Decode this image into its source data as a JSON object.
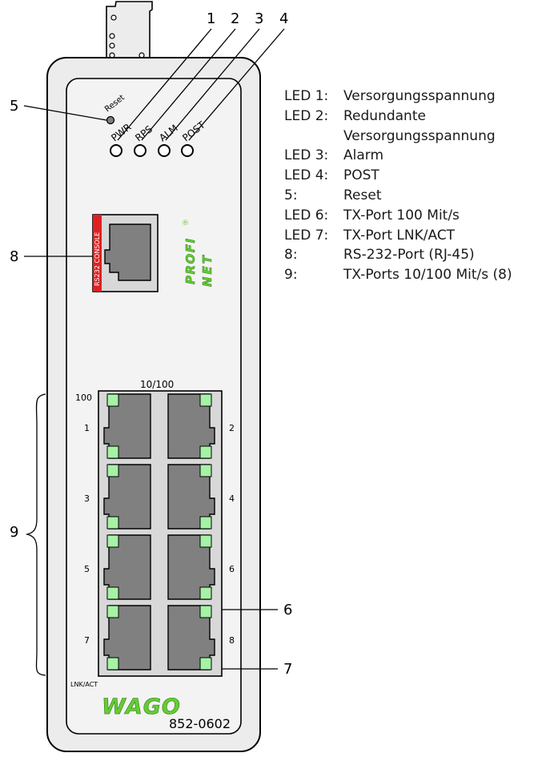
{
  "callouts": [
    "1",
    "2",
    "3",
    "4",
    "5",
    "6",
    "7",
    "8",
    "9"
  ],
  "leds": {
    "reset": "Reset",
    "pwr": "PWR",
    "rps": "RPS",
    "alm": "ALM",
    "post": "POST"
  },
  "console_label": "RS232 CONSOLE",
  "profinet": {
    "line1": "PROFI",
    "line2": "NET",
    "reg": "®"
  },
  "ports": {
    "header": "10/100",
    "speed_label": "100",
    "lnk_label": "LNK/ACT",
    "numbers": [
      "1",
      "2",
      "3",
      "4",
      "5",
      "6",
      "7",
      "8"
    ]
  },
  "brand": "WAGO",
  "model": "852-0602",
  "legend": [
    {
      "key": "LED 1:",
      "value": "Versorgungsspannung"
    },
    {
      "key": "LED 2:",
      "value": "Redundante"
    },
    {
      "key": "",
      "value": "Versorgungsspannung"
    },
    {
      "key": "LED 3:",
      "value": "Alarm"
    },
    {
      "key": "LED 4:",
      "value": "POST"
    },
    {
      "key": "5:",
      "value": "Reset"
    },
    {
      "key": "LED 6:",
      "value": "TX-Port 100 Mit/s"
    },
    {
      "key": "LED 7:",
      "value": "TX-Port LNK/ACT"
    },
    {
      "key": "8:",
      "value": "RS-232-Port (RJ-45)"
    },
    {
      "key": "9:",
      "value": "TX-Ports 10/100 Mit/s (8)"
    }
  ],
  "colors": {
    "housing_fill": "#ececec",
    "panel_fill": "#f3f3f3",
    "port_fill": "#808080",
    "led_green": "#a6f2a6",
    "accent_green": "#66cc33",
    "console_red": "#e02020"
  }
}
